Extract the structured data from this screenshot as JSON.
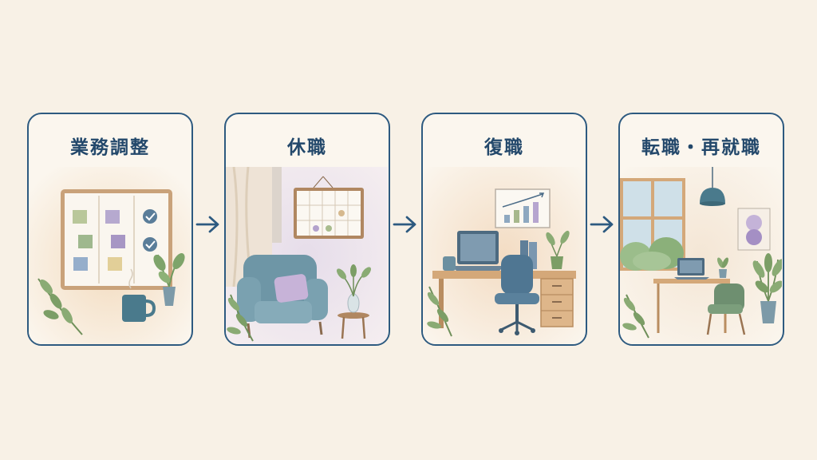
{
  "steps": [
    {
      "title": "業務調整",
      "icon": "task-board-illustration"
    },
    {
      "title": "休職",
      "icon": "armchair-rest-illustration"
    },
    {
      "title": "復職",
      "icon": "office-desk-illustration"
    },
    {
      "title": "転職・再就職",
      "icon": "new-workplace-illustration"
    }
  ],
  "colors": {
    "background": "#f8f1e6",
    "card_border": "#2d5a80",
    "title_text": "#23486b",
    "arrow": "#2d5a80"
  }
}
